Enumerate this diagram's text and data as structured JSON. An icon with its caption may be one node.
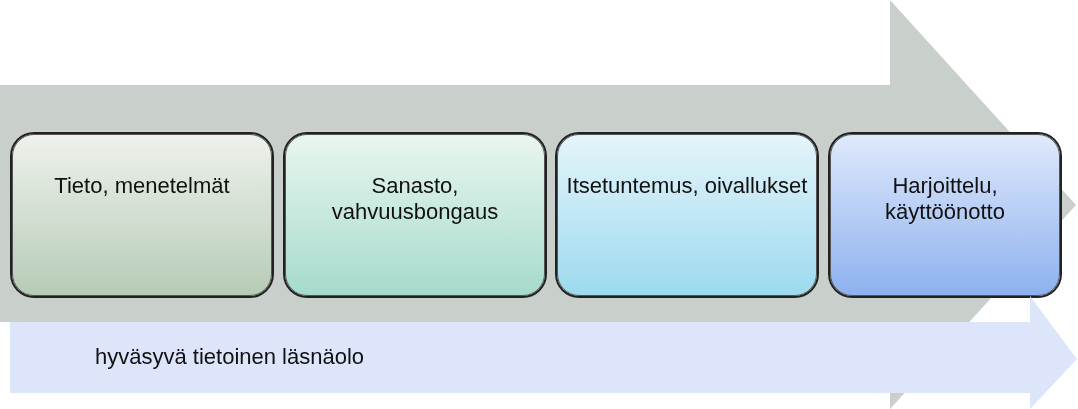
{
  "diagram": {
    "nodes": [
      {
        "text": [],
        "shape": "arrow"
      },
      {
        "text": [
          "Tieto, menetelmät"
        ],
        "in": 0
      },
      {
        "text": [
          "Sanasto, vahvuusbongaus"
        ],
        "in": 0
      },
      {
        "text": [
          "Itsetuntemus, oivallukset"
        ],
        "in": 0
      },
      {
        "text": [
          "Harjoittelu, käyttöönotto"
        ],
        "in": 0
      },
      {
        "text": [
          "hyväsyvä tietoinen läsnäolo"
        ]
      }
    ]
  }
}
